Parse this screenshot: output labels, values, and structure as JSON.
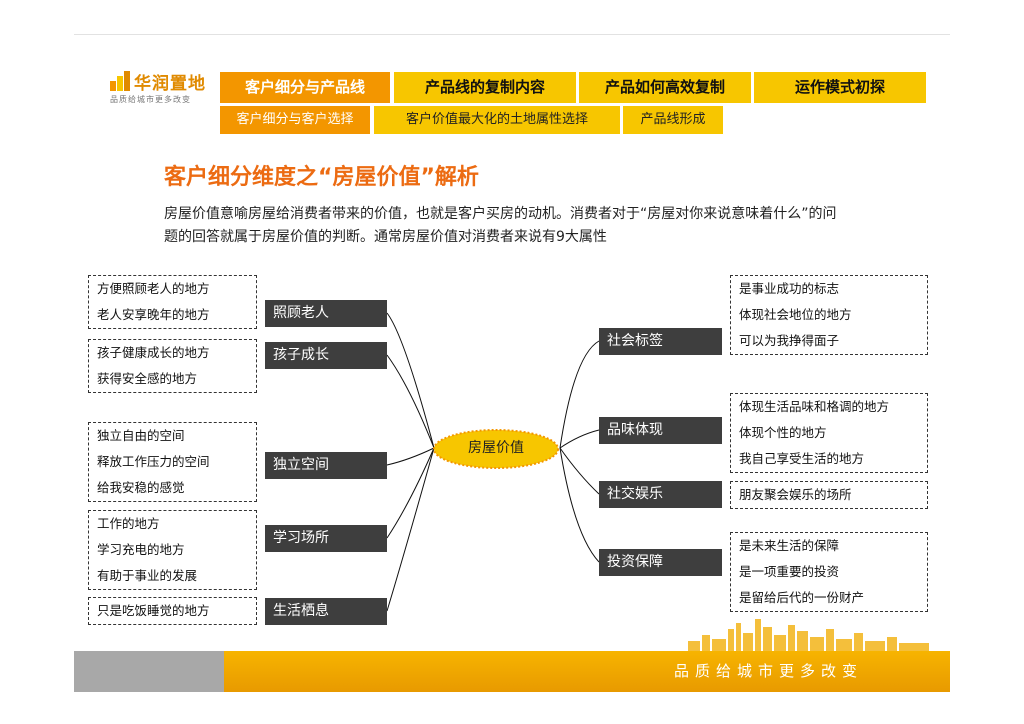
{
  "brand": {
    "name": "华润置地",
    "slogan": "品质给城市更多改变"
  },
  "nav": {
    "tabs": [
      {
        "label": "客户细分与产品线",
        "active": true
      },
      {
        "label": "产品线的复制内容",
        "active": false
      },
      {
        "label": "产品如何高效复制",
        "active": false
      },
      {
        "label": "运作模式初探",
        "active": false
      }
    ],
    "subtabs": [
      {
        "label": "客户细分与客户选择",
        "active": true
      },
      {
        "label": "客户价值最大化的土地属性选择",
        "active": false
      },
      {
        "label": "产品线形成",
        "active": false
      }
    ]
  },
  "heading": "客户细分维度之“房屋价值”解析",
  "description": "房屋价值意喻房屋给消费者带来的价值，也就是客户买房的动机。消费者对于“房屋对你来说意味着什么”的问题的回答就属于房屋价值的判断。通常房屋价值对消费者来说有9大属性",
  "mindmap": {
    "center": "房屋价值",
    "left": [
      {
        "label": "照顾老人",
        "items": [
          "方便照顾老人的地方",
          "老人安享晚年的地方"
        ]
      },
      {
        "label": "孩子成长",
        "items": [
          "孩子健康成长的地方",
          "获得安全感的地方"
        ]
      },
      {
        "label": "独立空间",
        "items": [
          "独立自由的空间",
          "释放工作压力的空间",
          "给我安稳的感觉"
        ]
      },
      {
        "label": "学习场所",
        "items": [
          "工作的地方",
          "学习充电的地方",
          "有助于事业的发展"
        ]
      },
      {
        "label": "生活栖息",
        "items": [
          "只是吃饭睡觉的地方"
        ]
      }
    ],
    "right": [
      {
        "label": "社会标签",
        "items": [
          "是事业成功的标志",
          "体现社会地位的地方",
          "可以为我挣得面子"
        ]
      },
      {
        "label": "品味体现",
        "items": [
          "体现生活品味和格调的地方",
          "体现个性的地方",
          "我自己享受生活的地方"
        ]
      },
      {
        "label": "社交娱乐",
        "items": [
          "朋友聚会娱乐的场所"
        ]
      },
      {
        "label": "投资保障",
        "items": [
          "是未来生活的保障",
          "是一项重要的投资",
          "是留给后代的一份财产"
        ]
      }
    ]
  },
  "colors": {
    "accent": "#f39600",
    "nav": "#f7c600",
    "title": "#ec6b12",
    "node": "#3e3e3e"
  }
}
